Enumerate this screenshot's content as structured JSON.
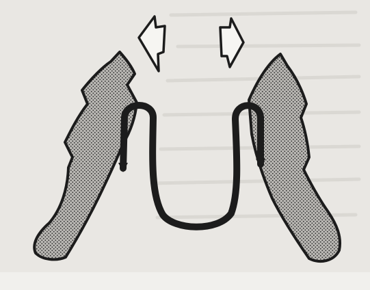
{
  "colors": {
    "paper": "#e9e7e3",
    "page_edge": "#f1f0ed",
    "ink": "#1c1c1c",
    "stipple_dot": "#2c2c2c",
    "stipple_bg": "#b9b7b3",
    "arrow_fill": "#f6f5f2"
  },
  "figure": {
    "arrows": [
      "left-arrow-icon",
      "right-arrow-icon"
    ],
    "shapes": [
      "left-stippled-lobe",
      "right-stippled-lobe",
      "u-shaped-wire"
    ]
  }
}
